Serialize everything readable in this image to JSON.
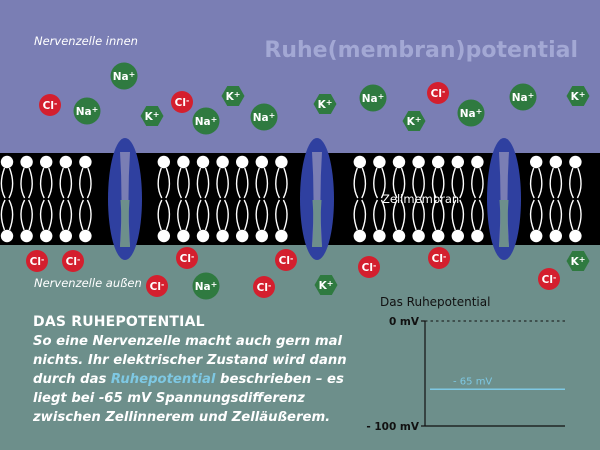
{
  "title": "Ruhe(membran)potential",
  "labels": {
    "inside": "Nervenzelle innen",
    "outside": "Nervenzelle außen",
    "membrane": "Zellmembran"
  },
  "colors": {
    "inside_bg": "#7a7eb4",
    "outside_bg": "#6d8f8b",
    "membrane": "#000000",
    "channel": "#2f40a0",
    "na_ion": "#2f7a40",
    "k_ion": "#2f7a40",
    "cl_ion": "#d41f2e",
    "highlight": "#7ec8e3"
  },
  "ions": {
    "inside": [
      {
        "base": "Cl",
        "charge": "-",
        "shape": "circle",
        "icon": "chloride-ion-icon"
      },
      {
        "base": "Na",
        "charge": "+",
        "shape": "circle",
        "icon": "sodium-ion-icon"
      },
      {
        "base": "Na",
        "charge": "+",
        "shape": "circle",
        "icon": "sodium-ion-icon"
      },
      {
        "base": "K",
        "charge": "+",
        "shape": "hexagon",
        "icon": "potassium-ion-icon"
      },
      {
        "base": "Cl",
        "charge": "-",
        "shape": "circle",
        "icon": "chloride-ion-icon"
      },
      {
        "base": "Na",
        "charge": "+",
        "shape": "circle",
        "icon": "sodium-ion-icon"
      },
      {
        "base": "K",
        "charge": "+",
        "shape": "hexagon",
        "icon": "potassium-ion-icon"
      },
      {
        "base": "Na",
        "charge": "+",
        "shape": "circle",
        "icon": "sodium-ion-icon"
      },
      {
        "base": "K",
        "charge": "+",
        "shape": "hexagon",
        "icon": "potassium-ion-icon"
      },
      {
        "base": "Na",
        "charge": "+",
        "shape": "circle",
        "icon": "sodium-ion-icon"
      },
      {
        "base": "K",
        "charge": "+",
        "shape": "hexagon",
        "icon": "potassium-ion-icon"
      },
      {
        "base": "Cl",
        "charge": "-",
        "shape": "circle",
        "icon": "chloride-ion-icon"
      },
      {
        "base": "Na",
        "charge": "+",
        "shape": "circle",
        "icon": "sodium-ion-icon"
      },
      {
        "base": "Na",
        "charge": "+",
        "shape": "circle",
        "icon": "sodium-ion-icon"
      },
      {
        "base": "K",
        "charge": "+",
        "shape": "hexagon",
        "icon": "potassium-ion-icon"
      }
    ],
    "outside": [
      {
        "base": "Cl",
        "charge": "-",
        "shape": "circle",
        "icon": "chloride-ion-icon"
      },
      {
        "base": "Cl",
        "charge": "-",
        "shape": "circle",
        "icon": "chloride-ion-icon"
      },
      {
        "base": "Cl",
        "charge": "-",
        "shape": "circle",
        "icon": "chloride-ion-icon"
      },
      {
        "base": "Cl",
        "charge": "-",
        "shape": "circle",
        "icon": "chloride-ion-icon"
      },
      {
        "base": "Na",
        "charge": "+",
        "shape": "circle",
        "icon": "sodium-ion-icon"
      },
      {
        "base": "Cl",
        "charge": "-",
        "shape": "circle",
        "icon": "chloride-ion-icon"
      },
      {
        "base": "Cl",
        "charge": "-",
        "shape": "circle",
        "icon": "chloride-ion-icon"
      },
      {
        "base": "K",
        "charge": "+",
        "shape": "hexagon",
        "icon": "potassium-ion-icon"
      },
      {
        "base": "Cl",
        "charge": "-",
        "shape": "circle",
        "icon": "chloride-ion-icon"
      },
      {
        "base": "Cl",
        "charge": "-",
        "shape": "circle",
        "icon": "chloride-ion-icon"
      },
      {
        "base": "K",
        "charge": "+",
        "shape": "hexagon",
        "icon": "potassium-ion-icon"
      },
      {
        "base": "Cl",
        "charge": "-",
        "shape": "circle",
        "icon": "chloride-ion-icon"
      }
    ]
  },
  "text_block": {
    "heading": "DAS RUHEPOTENTIAL",
    "body_before": "So eine Nervenzelle macht auch gern mal nichts. Ihr elektrischer Zustand wird dann durch das ",
    "body_highlight": "Ruhepotential",
    "body_after": " beschrieben – es liegt bei -65 mV Spannungsdifferenz zwischen Zellinnerem und Zelläußerem."
  },
  "chart_data": {
    "type": "line",
    "title": "Das Ruhepotential",
    "ylim": [
      -100,
      0
    ],
    "ticks": [
      {
        "value": 0,
        "label": "0 mV"
      },
      {
        "value": -100,
        "label": "- 100 mV"
      }
    ],
    "level": {
      "value": -65,
      "label": "- 65 mV"
    }
  }
}
